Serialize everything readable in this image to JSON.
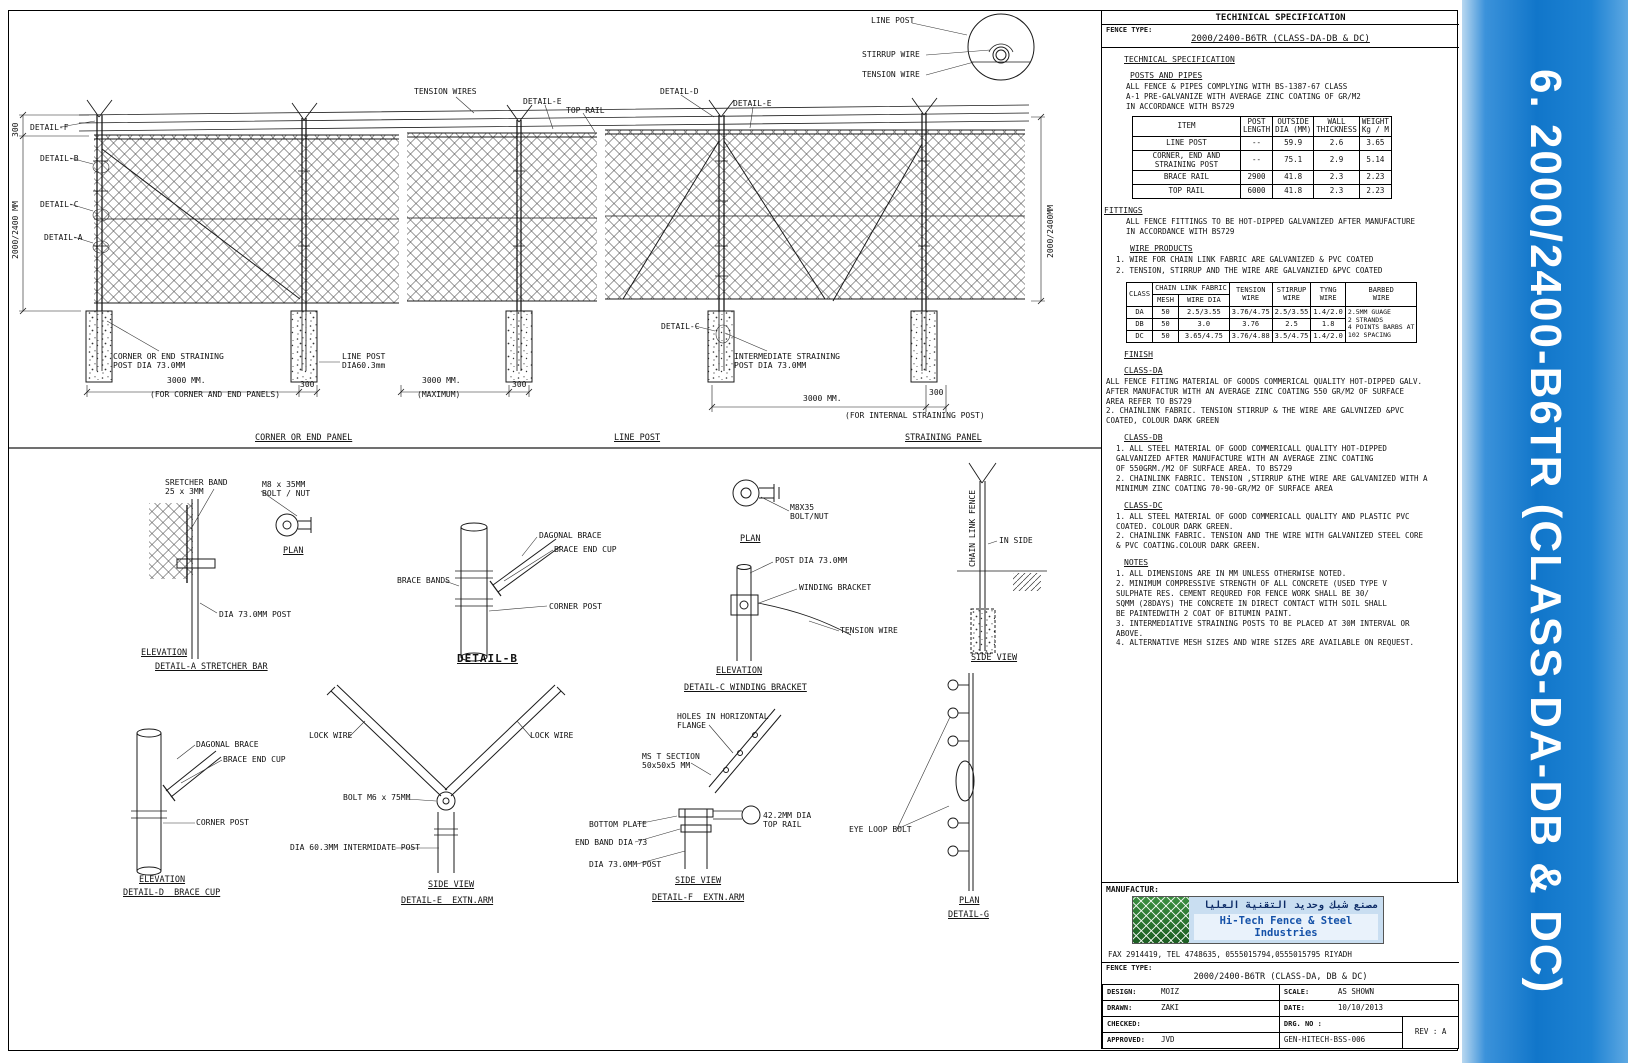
{
  "sidebar": {
    "title": "6. 2000/2400-B6TR (CLASS-DA-DB & DC)"
  },
  "spec": {
    "header": "TECHINICAL SPECIFICATION",
    "fence_type_label": "FENCE TYPE:",
    "fence_type_value": "2000/2400-B6TR (CLASS-DA-DB & DC)",
    "section_technical": "TECHNICAL SPECIFICATION",
    "section_posts": "POSTS AND PIPES",
    "posts_note": "ALL FENCE & PIPES COMPLYING WITH BS-1387-67 CLASS\nA-1 PRE-GALVANIZE WITH AVERAGE ZINC COATING OF GR/M2\nIN ACCORDANCE WITH BS729",
    "posts_table": {
      "headers": [
        "ITEM",
        "POST\nLENGTH",
        "OUTSIDE\nDIA (MM)",
        "WALL\nTHICKNESS",
        "WEIGHT\nKg / M"
      ],
      "rows": [
        [
          "LINE POST",
          "--",
          "59.9",
          "2.6",
          "3.65"
        ],
        [
          "CORNER, END AND\nSTRAINING POST",
          "--",
          "75.1",
          "2.9",
          "5.14"
        ],
        [
          "BRACE RAIL",
          "2900",
          "41.8",
          "2.3",
          "2.23"
        ],
        [
          "TOP RAIL",
          "6000",
          "41.8",
          "2.3",
          "2.23"
        ]
      ]
    },
    "section_fittings": "FITTINGS",
    "fittings_note": "ALL FENCE FITTINGS TO BE HOT-DIPPED GALVANIZED AFTER MANUFACTURE\nIN ACCORDANCE WITH BS729",
    "section_wire": "WIRE PRODUCTS",
    "wire_items": [
      "1.  WIRE FOR CHAIN LINK FABRIC ARE GALVANIZED & PVC COATED",
      "2.  TENSION, STIRRUP AND THE WIRE ARE GALVANZIED &PVC COATED"
    ],
    "wire_table": {
      "class_header": "CLASS",
      "chain_header": "CHAIN LINK FABRIC",
      "mesh_header": "MESH",
      "wire_dia_header": "WIRE DIA",
      "tension_header": "TENSION\nWIRE",
      "stirrup_header": "STIRRUP\nWIRE",
      "tyng_header": "TYNG\nWIRE",
      "barbed_header": "BARBED\nWIRE",
      "rows": [
        [
          "DA",
          "50",
          "2.5/3.55",
          "3.76/4.75",
          "2.5/3.55",
          "1.4/2.0"
        ],
        [
          "DB",
          "50",
          "3.0",
          "3.76",
          "2.5",
          "1.8"
        ],
        [
          "DC",
          "50",
          "3.65/4.75",
          "3.76/4.88",
          "3.5/4.75",
          "1.4/2.0"
        ]
      ],
      "barbed_cell": "2.5MM  GUAGE\n2 STRANDS\n4 POINTS BARBS AT\n102 SPACING"
    },
    "section_finish": "FINISH",
    "class_da_title": "CLASS-DA",
    "class_da_text": "ALL FENCE FITING MATERIAL OF GOODS COMMERICAL QUALITY HOT-DIPPED GALV.\n AFTER MANUFACTUR WITH AN AVERAGE ZINC COATING 550 GR/M2 OF SURFACE\n AREA REFER TO BS729\n2. CHAINLINK FABRIC. TENSION  STIRRUP & THE WIRE ARE GALVNIZED &PVC\n      COATED, COLOUR DARK GREEN",
    "class_db_title": "CLASS-DB",
    "class_db_text": "1. ALL STEEL MATERIAL OF GOOD COMMERICALL QUALITY  HOT-DIPPED\n    GALVANIZED AFTER MANUFACTURE    WITH AN AVERAGE ZINC COATING\n    OF 550GRM./M2 OF SURFACE AREA.  TO BS729\n2. CHAINLINK FABRIC. TENSION ,STIRRUP &THE WIRE ARE GALVANIZED WITH A\n    MINIMUM ZINC COATING 70-90-GR/M2 OF SURFACE AREA",
    "class_dc_title": "CLASS-DC",
    "class_dc_text": "1. ALL STEEL MATERIAL OF GOOD COMMERICALL QUALITY AND PLASTIC PVC\n    COATED. COLOUR DARK GREEN.\n2. CHAINLINK FABRIC. TENSION AND THE WIRE WITH GALVANIZED STEEL CORE\n    & PVC COATING.COLOUR DARK GREEN.",
    "section_notes": "NOTES",
    "notes_text": "1. ALL DIMENSIONS ARE IN MM UNLESS OTHERWISE NOTED.\n2. MINIMUM COMPRESSIVE STRENGTH OF ALL CONCRETE (USED TYPE V\n    SULPHATE RES. CEMENT REQURED FOR FENCE WORK SHALL BE 30/\n    SQMM (28DAYS) THE CONCRETE IN DIRECT CONTACT WITH SOIL SHALL\n    BE PAINTEDWITH 2 COAT OF BITUMIN PAINT.\n3. INTERMEDIATIVE STRAINING POSTS TO BE PLACED AT 30M INTERVAL OR\n    ABOVE.\n4. ALTERNATIVE MESH SIZES AND WIRE SIZES ARE AVAILABLE ON REQUEST."
  },
  "titleblock": {
    "manufactur_label": "MANUFACTUR:",
    "logo_arabic": "مصنع شبك وحديد التقنية العليا",
    "logo_name": "Hi-Tech Fence & Steel Industries",
    "fax_line": "FAX  2914419, TEL  4748635,   0555015794,0555015795  RIYADH",
    "fence_type_label": "FENCE TYPE:",
    "fence_type_value": "2000/2400-B6TR (CLASS-DA, DB & DC)",
    "design_label": "DESIGN:",
    "design_value": "MOIZ",
    "scale_label": "SCALE:",
    "scale_value": "AS SHOWN",
    "drawn_label": "DRAWN:",
    "drawn_value": "ZAKI",
    "date_label": "DATE:",
    "date_value": "10/10/2013",
    "checked_label": "CHECKED:",
    "checked_value": "",
    "drg_label": "DRG. NO :",
    "approved_label": "APPROVED:",
    "approved_value": "JVD",
    "drg_value": "GEN-HITECH-BSS-006",
    "rev_value": "REV : A"
  },
  "drawing": {
    "labels": {
      "line_post_top": "LINE POST",
      "stirrup_wire": "STIRRUP WIRE",
      "tension_wire": "TENSION WIRE",
      "tension_wires": "TENSION WIRES",
      "detail_e1": "DETAIL-E",
      "top_rail": "TOP RAIL",
      "detail_d": "DETAIL-D",
      "detail_e2": "DETAIL-E",
      "detail_f": "DETAIL-F",
      "detail_b": "DETAIL-B",
      "detail_c": "DETAIL-C",
      "detail_a": "DETAIL-A",
      "dim_300_top": "300",
      "dim_height_left": "2000/2400 MM",
      "dim_height_right": "2000/2400MM",
      "detail_c_mid": "DETAIL-C",
      "corner_post_note": "CORNER OR END STRAINING\nPOST DIA 73.0MM",
      "line_post_note": "LINE POST\nDIA60.3mm",
      "intermediate_post_note": "INTERMEDIATE STRAINING\nPOST DIA 73.0MM",
      "dim1_len": "3000 MM.",
      "dim1_note": "(FOR CORNER AND END PANELS)",
      "dim1_300": "300",
      "dim2_len": "3000 MM.",
      "dim2_note": "(MAXIMUM)",
      "dim2_300": "300",
      "dim3_len": "3000 MM.",
      "dim3_300": "300",
      "dim3_note": "(FOR INTERNAL STRAINING POST)",
      "cap_corner_panel": "CORNER OR END PANEL",
      "cap_line_post": "LINE POST",
      "cap_straining_panel": "STRAINING PANEL",
      "stretcher_band": "SRETCHER BAND\n25 x 3MM",
      "m8_bolt": "M8 x 35MM\nBOLT / NUT",
      "plan_a": "PLAN",
      "dia73_a": "DIA 73.0MM POST",
      "elev_a": "ELEVATION",
      "cap_a": "DETAIL-A STRETCHER BAR",
      "diag_brace_b": "DAGONAL BRACE",
      "brace_cup_b": "BRACE END CUP",
      "brace_bands": "BRACE BANDS",
      "corner_post_b": "CORNER POST",
      "cap_b": "DETAIL-B",
      "m8x35_c": "M8X35\nBOLT/NUT",
      "plan_c": "PLAN",
      "post_dia_c": "POST DIA 73.0MM",
      "winding_bracket": "WINDING BRACKET",
      "tension_wire_c": "TENSION WIRE",
      "elev_c": "ELEVATION",
      "cap_c": "DETAIL-C WINDING BRACKET",
      "chain_link_fence": "CHAIN LINK FENCE",
      "in_side": "IN SIDE",
      "side_view_post": "SIDE VIEW",
      "diag_brace_d": "DAGONAL BRACE",
      "brace_cup_d": "BRACE END CUP",
      "corner_post_d": "CORNER POST",
      "elev_d": "ELEVATION",
      "cap_d": "DETAIL-D  BRACE CUP",
      "lock_wire_l": "LOCK WIRE",
      "lock_wire_r": "LOCK WIRE",
      "bolt_m6": "BOLT M6 x 75MM",
      "dia60_post": "DIA 60.3MM INTERMIDATE POST",
      "side_view_e": "SIDE VIEW",
      "cap_e": "DETAIL-E  EXTN.ARM",
      "holes_flange": "HOLES IN HORIZONTAL\nFLANGE",
      "t_section": "MS T SECTION\n50x50x5 MM",
      "bottom_plate": "BOTTOM PLATE",
      "end_band": "END BAND DIA 73",
      "dia73_f": "DIA 73.0MM POST",
      "top_rail_f": "42.2MM DIA\nTOP RAIL",
      "side_view_f": "SIDE VIEW",
      "cap_f": "DETAIL-F  EXTN.ARM",
      "eye_loop": "EYE LOOP BOLT",
      "plan_g": "PLAN",
      "cap_g": "DETAIL-G"
    }
  }
}
